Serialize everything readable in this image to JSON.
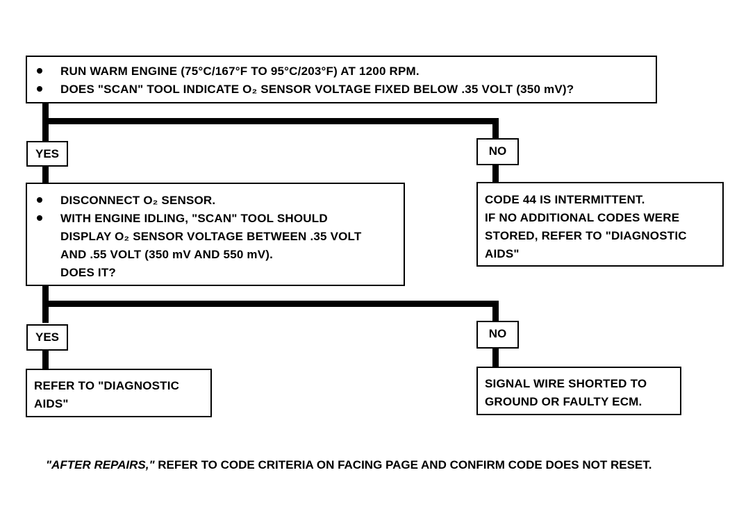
{
  "step1": {
    "bullets": [
      "RUN WARM ENGINE (75°C/167°F TO 95°C/203°F) AT 1200 RPM.",
      "DOES \"SCAN\" TOOL INDICATE O₂ SENSOR VOLTAGE FIXED BELOW .35 VOLT (350 mV)?"
    ]
  },
  "branch1": {
    "yes_label": "YES",
    "no_label": "NO",
    "no_result": [
      "CODE 44 IS INTERMITTENT.",
      "IF NO ADDITIONAL CODES WERE",
      "STORED, REFER TO \"DIAGNOSTIC",
      "AIDS\""
    ]
  },
  "step2": {
    "bullet1": "DISCONNECT O₂ SENSOR.",
    "bullet2_lines": [
      "WITH ENGINE IDLING, \"SCAN\" TOOL SHOULD",
      "DISPLAY O₂ SENSOR VOLTAGE BETWEEN .35 VOLT",
      "AND .55 VOLT (350 mV AND 550 mV).",
      "DOES IT?"
    ]
  },
  "branch2": {
    "yes_label": "YES",
    "no_label": "NO",
    "yes_result": [
      "REFER TO \"DIAGNOSTIC",
      "AIDS\""
    ],
    "no_result": [
      "SIGNAL WIRE SHORTED TO",
      "GROUND OR FAULTY ECM."
    ]
  },
  "footer": {
    "emphasis": "\"AFTER REPAIRS,\"",
    "text": " REFER TO CODE CRITERIA ON FACING PAGE AND CONFIRM CODE DOES NOT RESET."
  }
}
